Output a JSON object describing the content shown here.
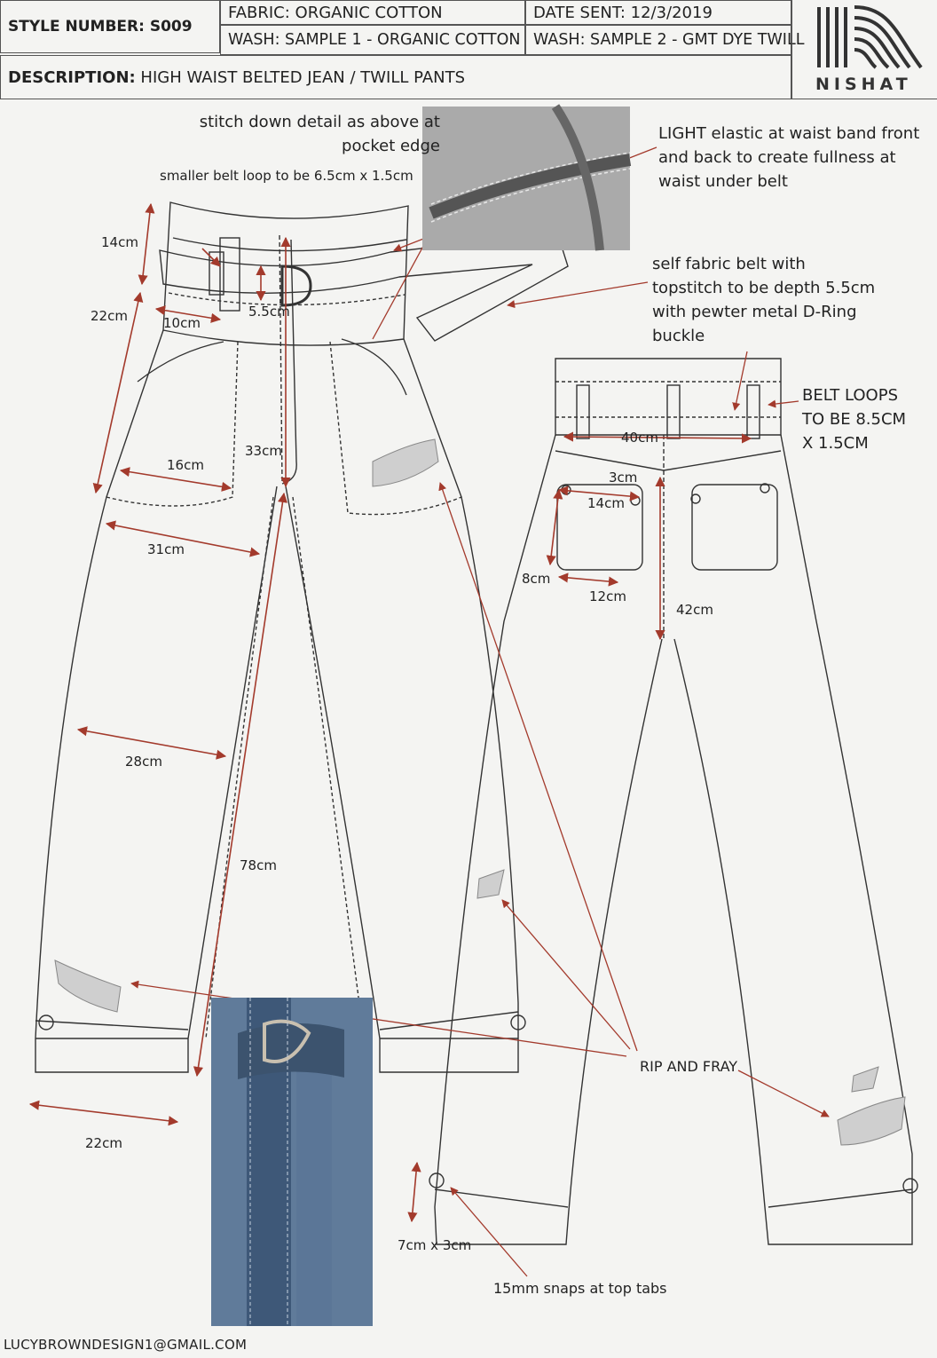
{
  "header": {
    "style_number_label": "STYLE NUMBER: S009",
    "fabric": "FABRIC: ORGANIC COTTON",
    "date_sent": "DATE SENT: 12/3/2019",
    "wash1": "WASH: SAMPLE 1 - ORGANIC COTTON",
    "wash2": "WASH: SAMPLE 2 - GMT DYE TWILL",
    "description_label": "DESCRIPTION:",
    "description_value": " HIGH WAIST BELTED JEAN / TWILL PANTS",
    "brand": "NISHAT"
  },
  "notes": {
    "stitch_down_1": "stitch down detail as above at",
    "stitch_down_2": "pocket edge",
    "small_loop": "smaller belt loop to be 6.5cm x 1.5cm",
    "elastic_1": "LIGHT elastic at waist band front",
    "elastic_2": "and back to create fullness at",
    "elastic_3": "waist under belt",
    "belt_1": "self fabric belt with",
    "belt_2": "topstitch to be depth 5.5cm",
    "belt_3": "with pewter metal D-Ring",
    "belt_4": "buckle",
    "loops_1": "BELT LOOPS",
    "loops_2": "TO BE 8.5CM",
    "loops_3": "X 1.5CM",
    "rip": "RIP AND FRAY",
    "snaps": "15mm snaps at top tabs"
  },
  "measurements": {
    "m14": "14cm",
    "m22": "22cm",
    "m10": "10cm",
    "m55": "5.5cm",
    "m33": "33cm",
    "m16": "16cm",
    "m31": "31cm",
    "m28": "28cm",
    "m78": "78cm",
    "m22b": "22cm",
    "m40": "40cm",
    "m3": "3cm",
    "m14b": "14cm",
    "m8": "8cm",
    "m12": "12cm",
    "m42": "42cm",
    "m7x3": "7cm x 3cm"
  },
  "footer": {
    "email": "LUCYBROWNDESIGN1@GMAIL.COM"
  },
  "colors": {
    "dim": "#a33a2c",
    "line": "#333333",
    "stitch": "#555555"
  }
}
